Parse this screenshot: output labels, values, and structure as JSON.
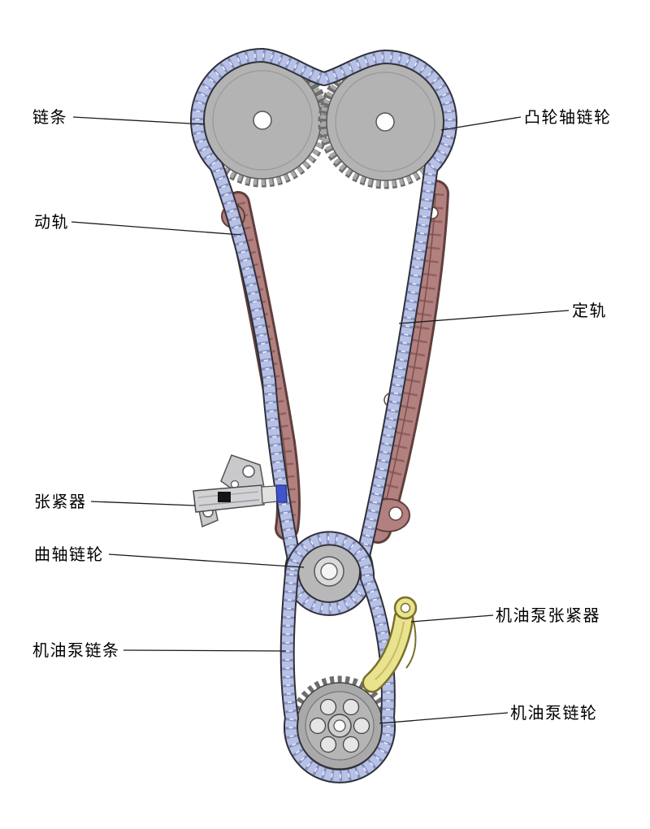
{
  "diagram": {
    "type": "engine-timing-chain-system",
    "labels": {
      "chain": "链条",
      "camshaft_sprocket": "凸轮轴链轮",
      "movable_guide_rail": "动轨",
      "fixed_guide_rail": "定轨",
      "tensioner": "张紧器",
      "crankshaft_sprocket": "曲轴链轮",
      "oil_pump_tensioner": "机油泵张紧器",
      "oil_pump_chain": "机油泵链条",
      "oil_pump_sprocket": "机油泵链轮"
    },
    "colors": {
      "background": "#ffffff",
      "chain_link": "#b7c1e6",
      "chain_link_dark": "#8590bf",
      "chain_outline": "#2f2f35",
      "guide_rail": "#b2807e",
      "guide_rail_outline": "#5f3f3d",
      "sprocket_body": "#b3b3b3",
      "tensioner_body": "#d2d2d6",
      "tensioner_tip_blue": "#3f55cf",
      "oil_pump_tensioner_yellow": "#e9e28f",
      "label_text": "#000000",
      "leader_line": "#1a1a1a"
    }
  }
}
